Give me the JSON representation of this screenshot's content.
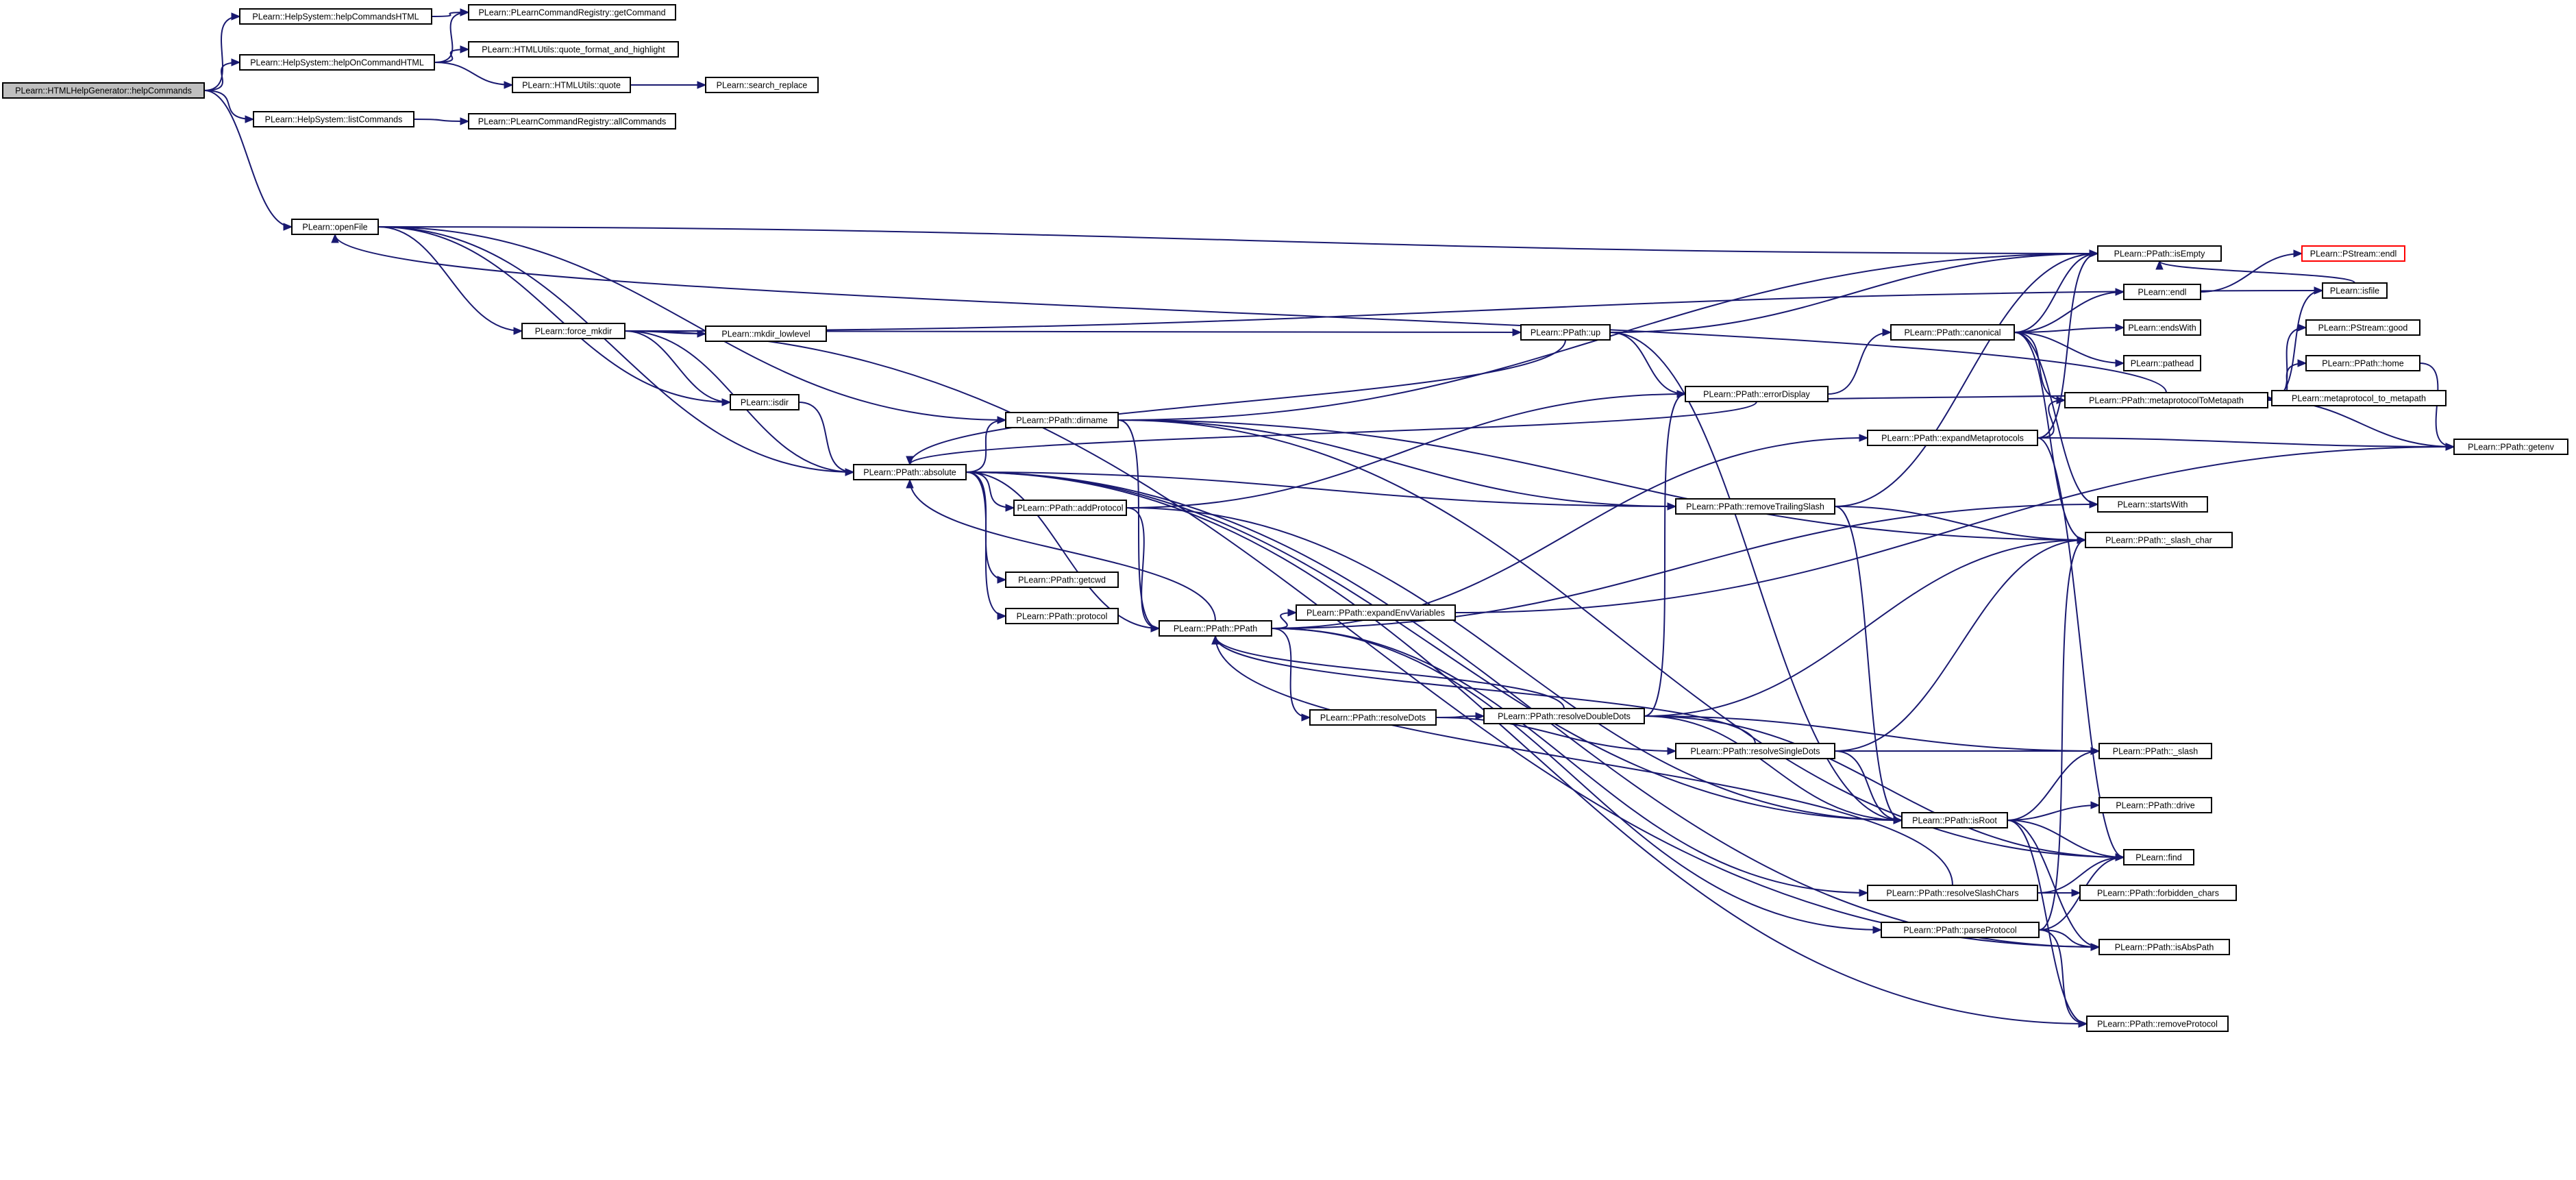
{
  "diagram": {
    "type": "call-graph",
    "colors": {
      "edge": "#191970",
      "root_fill": "#bfbfbf",
      "node_border": "#000000",
      "highlight_border": "#ff0000"
    },
    "nodes": [
      {
        "id": "n0",
        "label": "PLearn::HTMLHelpGenerator::helpCommands",
        "style": "root"
      },
      {
        "id": "n1",
        "label": "PLearn::HelpSystem::helpCommandsHTML"
      },
      {
        "id": "n2",
        "label": "PLearn::PLearnCommandRegistry::getCommand"
      },
      {
        "id": "n3",
        "label": "PLearn::HelpSystem::helpOnCommandHTML"
      },
      {
        "id": "n4",
        "label": "PLearn::HTMLUtils::quote_format_and_highlight"
      },
      {
        "id": "n5",
        "label": "PLearn::HTMLUtils::quote"
      },
      {
        "id": "n6",
        "label": "PLearn::search_replace"
      },
      {
        "id": "n7",
        "label": "PLearn::HelpSystem::listCommands"
      },
      {
        "id": "n8",
        "label": "PLearn::PLearnCommandRegistry::allCommands"
      },
      {
        "id": "n9",
        "label": "PLearn::openFile"
      },
      {
        "id": "n10",
        "label": "PLearn::force_mkdir"
      },
      {
        "id": "n11",
        "label": "PLearn::mkdir_lowlevel"
      },
      {
        "id": "n12",
        "label": "PLearn::isdir"
      },
      {
        "id": "n13",
        "label": "PLearn::PPath::absolute"
      },
      {
        "id": "n14",
        "label": "PLearn::PPath::dirname"
      },
      {
        "id": "n15",
        "label": "PLearn::PPath::addProtocol"
      },
      {
        "id": "n16",
        "label": "PLearn::PPath::getcwd"
      },
      {
        "id": "n17",
        "label": "PLearn::PPath::protocol"
      },
      {
        "id": "n18",
        "label": "PLearn::PPath::PPath"
      },
      {
        "id": "n19",
        "label": "PLearn::PPath::expandEnvVariables"
      },
      {
        "id": "n20",
        "label": "PLearn::PPath::resolveDots"
      },
      {
        "id": "n21",
        "label": "PLearn::PPath::resolveDoubleDots"
      },
      {
        "id": "n22",
        "label": "PLearn::PPath::up"
      },
      {
        "id": "n23",
        "label": "PLearn::PPath::errorDisplay"
      },
      {
        "id": "n24",
        "label": "PLearn::PPath::removeTrailingSlash"
      },
      {
        "id": "n25",
        "label": "PLearn::PPath::resolveSingleDots"
      },
      {
        "id": "n26",
        "label": "PLearn::PPath::canonical"
      },
      {
        "id": "n27",
        "label": "PLearn::PPath::expandMetaprotocols"
      },
      {
        "id": "n28",
        "label": "PLearn::PPath::isRoot"
      },
      {
        "id": "n29",
        "label": "PLearn::PPath::resolveSlashChars"
      },
      {
        "id": "n30",
        "label": "PLearn::PPath::parseProtocol"
      },
      {
        "id": "n31",
        "label": "PLearn::endl"
      },
      {
        "id": "n32",
        "label": "PLearn::endsWith"
      },
      {
        "id": "n33",
        "label": "PLearn::pathead"
      },
      {
        "id": "n34",
        "label": "PLearn::PPath::metaprotocolToMetapath"
      },
      {
        "id": "n35",
        "label": "PLearn::PPath::isEmpty"
      },
      {
        "id": "n36",
        "label": "PLearn::startsWith"
      },
      {
        "id": "n37",
        "label": "PLearn::PPath::_slash_char"
      },
      {
        "id": "n38",
        "label": "PLearn::PPath::_slash"
      },
      {
        "id": "n39",
        "label": "PLearn::PPath::drive"
      },
      {
        "id": "n40",
        "label": "PLearn::find"
      },
      {
        "id": "n41",
        "label": "PLearn::PPath::forbidden_chars"
      },
      {
        "id": "n42",
        "label": "PLearn::PPath::isAbsPath"
      },
      {
        "id": "n43",
        "label": "PLearn::PPath::removeProtocol"
      },
      {
        "id": "n44",
        "label": "PLearn::PStream::endl",
        "style": "red"
      },
      {
        "id": "n45",
        "label": "PLearn::isfile"
      },
      {
        "id": "n46",
        "label": "PLearn::PStream::good"
      },
      {
        "id": "n47",
        "label": "PLearn::PPath::home"
      },
      {
        "id": "n48",
        "label": "PLearn::metaprotocol_to_metapath"
      },
      {
        "id": "n49",
        "label": "PLearn::PPath::getenv"
      }
    ],
    "edges": [
      [
        "n0",
        "n1"
      ],
      [
        "n0",
        "n3"
      ],
      [
        "n0",
        "n7"
      ],
      [
        "n0",
        "n9"
      ],
      [
        "n1",
        "n2"
      ],
      [
        "n3",
        "n2"
      ],
      [
        "n3",
        "n4"
      ],
      [
        "n3",
        "n5"
      ],
      [
        "n5",
        "n6"
      ],
      [
        "n7",
        "n8"
      ],
      [
        "n9",
        "n10"
      ],
      [
        "n9",
        "n12"
      ],
      [
        "n9",
        "n13"
      ],
      [
        "n9",
        "n14"
      ],
      [
        "n9",
        "n35"
      ],
      [
        "n10",
        "n11"
      ],
      [
        "n10",
        "n12"
      ],
      [
        "n10",
        "n13"
      ],
      [
        "n10",
        "n22"
      ],
      [
        "n10",
        "n45"
      ],
      [
        "n10",
        "n42"
      ],
      [
        "n12",
        "n13"
      ],
      [
        "n13",
        "n14"
      ],
      [
        "n13",
        "n15"
      ],
      [
        "n13",
        "n16"
      ],
      [
        "n13",
        "n17"
      ],
      [
        "n13",
        "n18"
      ],
      [
        "n13",
        "n24"
      ],
      [
        "n13",
        "n28"
      ],
      [
        "n13",
        "n42"
      ],
      [
        "n13",
        "n43"
      ],
      [
        "n14",
        "n18"
      ],
      [
        "n14",
        "n24"
      ],
      [
        "n14",
        "n35"
      ],
      [
        "n14",
        "n37"
      ],
      [
        "n14",
        "n40"
      ],
      [
        "n15",
        "n18"
      ],
      [
        "n15",
        "n23"
      ],
      [
        "n15",
        "n28"
      ],
      [
        "n18",
        "n19"
      ],
      [
        "n18",
        "n20"
      ],
      [
        "n18",
        "n27"
      ],
      [
        "n18",
        "n29"
      ],
      [
        "n18",
        "n30"
      ],
      [
        "n18",
        "n36"
      ],
      [
        "n18",
        "n13"
      ],
      [
        "n20",
        "n21"
      ],
      [
        "n20",
        "n25"
      ],
      [
        "n21",
        "n18"
      ],
      [
        "n21",
        "n23"
      ],
      [
        "n21",
        "n28"
      ],
      [
        "n21",
        "n38"
      ],
      [
        "n21",
        "n40"
      ],
      [
        "n21",
        "n37"
      ],
      [
        "n22",
        "n23"
      ],
      [
        "n22",
        "n35"
      ],
      [
        "n22",
        "n28"
      ],
      [
        "n22",
        "n13"
      ],
      [
        "n23",
        "n26"
      ],
      [
        "n23",
        "n13"
      ],
      [
        "n24",
        "n35"
      ],
      [
        "n24",
        "n37"
      ],
      [
        "n24",
        "n28"
      ],
      [
        "n25",
        "n28"
      ],
      [
        "n25",
        "n38"
      ],
      [
        "n25",
        "n37"
      ],
      [
        "n25",
        "n18"
      ],
      [
        "n26",
        "n31"
      ],
      [
        "n26",
        "n32"
      ],
      [
        "n26",
        "n33"
      ],
      [
        "n26",
        "n34"
      ],
      [
        "n26",
        "n35"
      ],
      [
        "n26",
        "n36"
      ],
      [
        "n26",
        "n37"
      ],
      [
        "n27",
        "n34"
      ],
      [
        "n27",
        "n35"
      ],
      [
        "n27",
        "n40"
      ],
      [
        "n27",
        "n49"
      ],
      [
        "n28",
        "n38"
      ],
      [
        "n28",
        "n39"
      ],
      [
        "n28",
        "n40"
      ],
      [
        "n28",
        "n42"
      ],
      [
        "n28",
        "n43"
      ],
      [
        "n29",
        "n40"
      ],
      [
        "n29",
        "n41"
      ],
      [
        "n29",
        "n18"
      ],
      [
        "n30",
        "n37"
      ],
      [
        "n30",
        "n40"
      ],
      [
        "n30",
        "n42"
      ],
      [
        "n30",
        "n43"
      ],
      [
        "n31",
        "n44"
      ],
      [
        "n34",
        "n45"
      ],
      [
        "n34",
        "n46"
      ],
      [
        "n34",
        "n47"
      ],
      [
        "n34",
        "n48"
      ],
      [
        "n34",
        "n49"
      ],
      [
        "n34",
        "n23"
      ],
      [
        "n34",
        "n9"
      ],
      [
        "n45",
        "n35"
      ],
      [
        "n47",
        "n49"
      ],
      [
        "n19",
        "n49"
      ]
    ]
  }
}
